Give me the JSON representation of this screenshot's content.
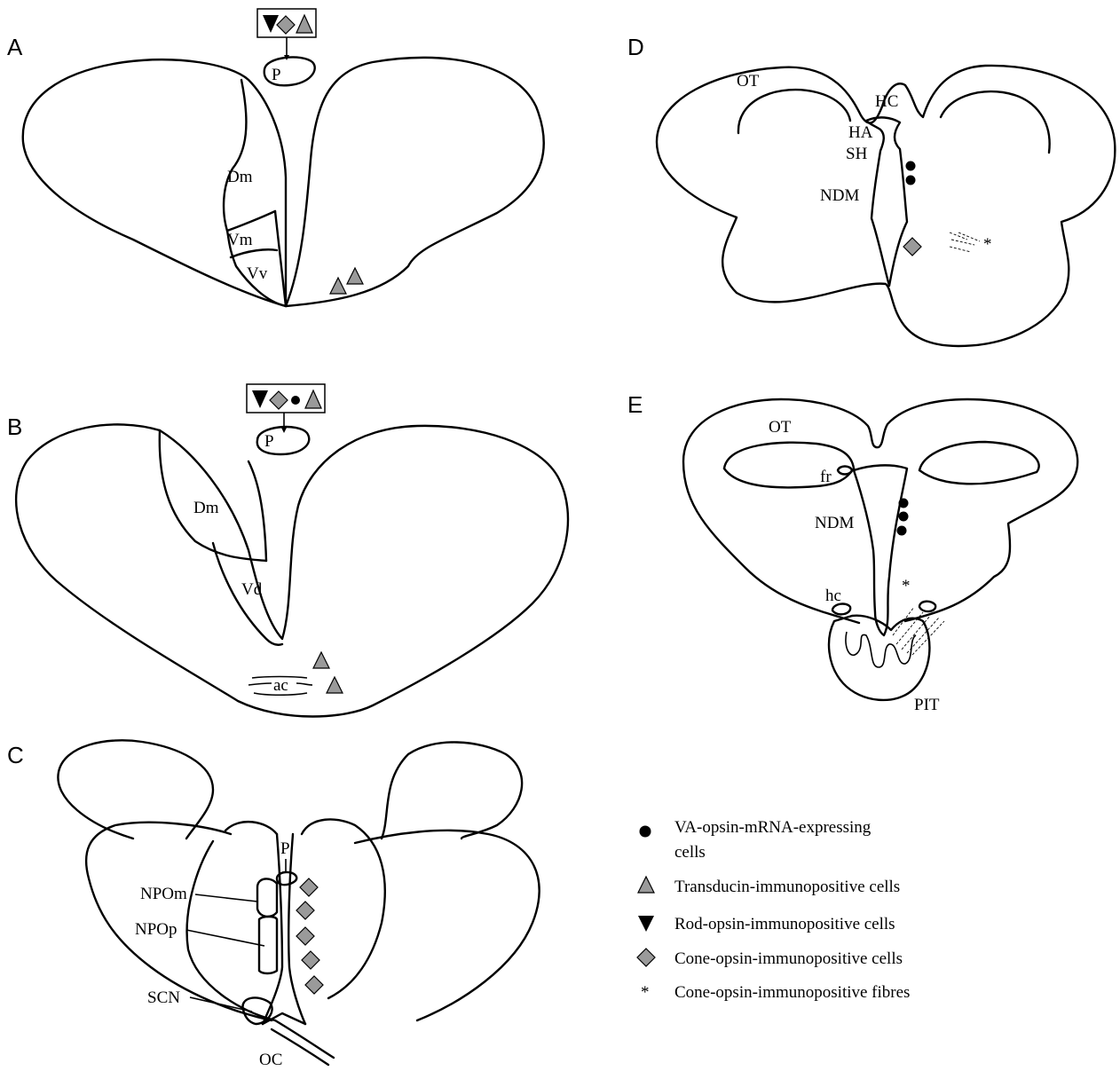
{
  "panels": {
    "A": {
      "letter": "A",
      "labels": {
        "pineal": "P",
        "dm": "Dm",
        "vm": "Vm",
        "vv": "Vv"
      }
    },
    "B": {
      "letter": "B",
      "labels": {
        "pineal": "P",
        "dm": "Dm",
        "vd": "Vd",
        "ac": "ac"
      }
    },
    "C": {
      "letter": "C",
      "labels": {
        "pineal": "P",
        "npom": "NPOm",
        "npop": "NPOp",
        "scn": "SCN",
        "oc": "OC"
      }
    },
    "D": {
      "letter": "D",
      "labels": {
        "ot": "OT",
        "hc": "HC",
        "ha": "HA",
        "sh": "SH",
        "ndm": "NDM",
        "asterisk": "*"
      }
    },
    "E": {
      "letter": "E",
      "labels": {
        "ot": "OT",
        "fr": "fr",
        "ndm": "NDM",
        "hc": "hc",
        "pit": "PIT",
        "asterisk": "*"
      }
    }
  },
  "legend": {
    "items": [
      {
        "symbol": "filled-circle",
        "line1": "VA-opsin-mRNA-expressing",
        "line2": "cells"
      },
      {
        "symbol": "grey-triangle",
        "line1": "Transducin-immunopositive cells"
      },
      {
        "symbol": "black-inverted-triangle",
        "line1": "Rod-opsin-immunopositive cells"
      },
      {
        "symbol": "grey-diamond",
        "line1": "Cone-opsin-immunopositive cells"
      },
      {
        "symbol": "asterisk",
        "glyph": "*",
        "line1": "Cone-opsin-immunopositive fibres"
      }
    ]
  },
  "colors": {
    "outline": "#000000",
    "marker_grey": "#9a9a9a",
    "background": "#ffffff"
  }
}
